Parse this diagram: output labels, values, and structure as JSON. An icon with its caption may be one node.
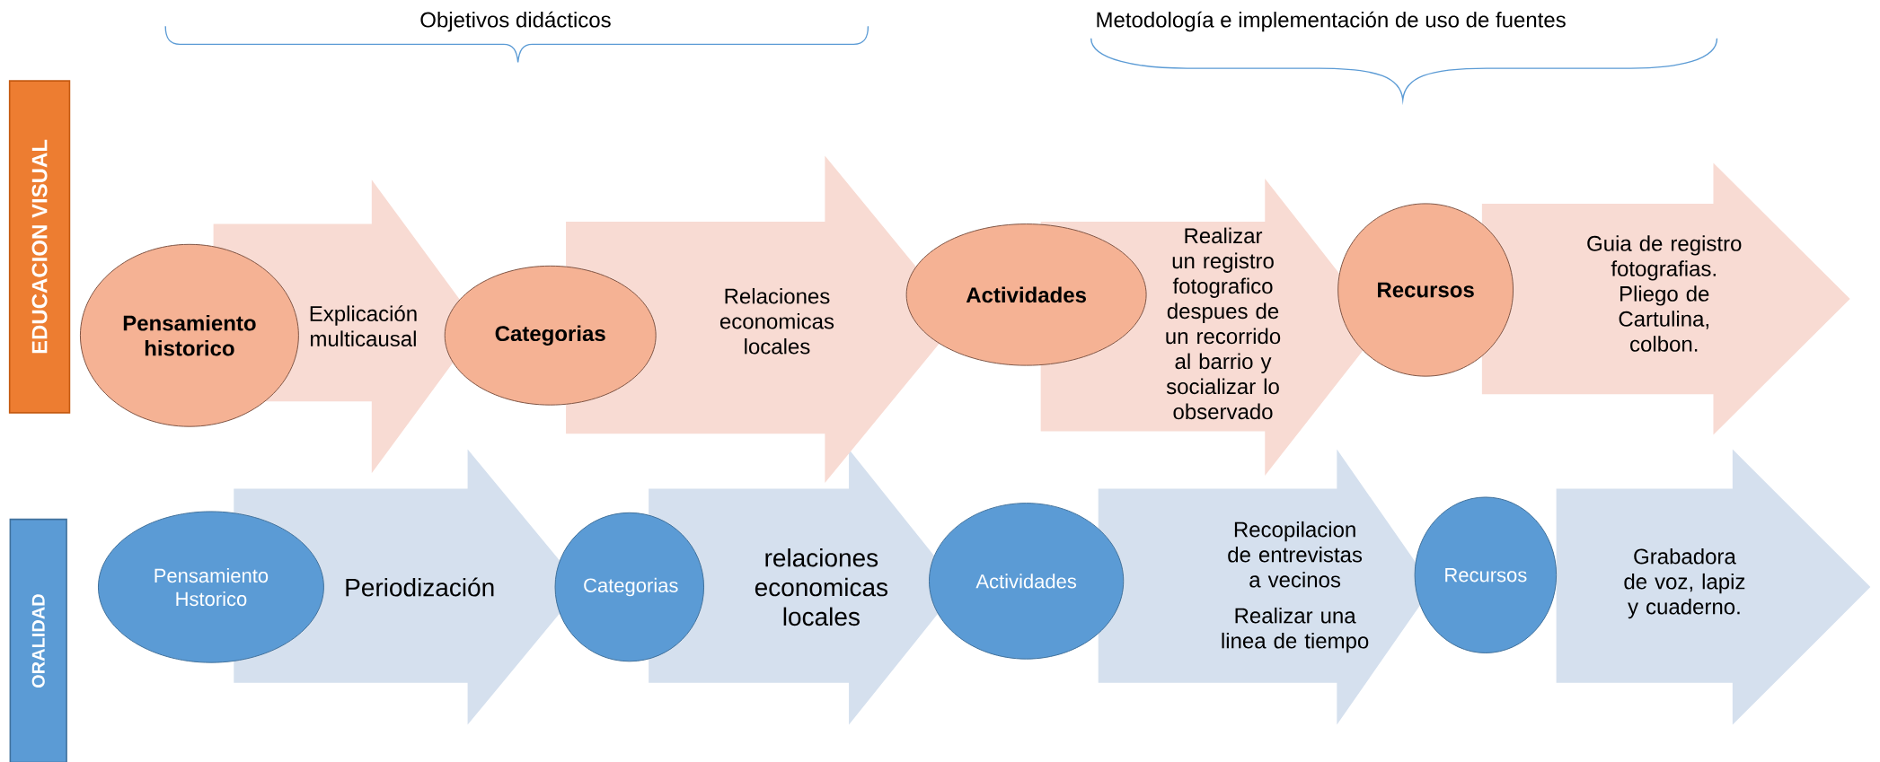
{
  "diagram": {
    "nodes": [
      {
        "text": [
          "EDUCACION VISUAL"
        ]
      },
      {
        "text": [
          "Pensamiento historico"
        ]
      },
      {
        "text": [
          "Explicación multicausal"
        ]
      },
      {
        "text": [
          "Categorias"
        ]
      },
      {
        "text": [
          "Relaciones economicas locales"
        ]
      },
      {
        "text": [
          "Actividades"
        ]
      },
      {
        "text": [
          "Realizar un registro fotografico despues de un recorrido al barrio y socializar lo observado"
        ]
      },
      {
        "text": [
          "Recursos"
        ]
      },
      {
        "text": [
          "Guia de registro fotografias. Pliego de Cartulina, colbon."
        ]
      },
      {
        "text": [
          "ORALIDAD"
        ]
      },
      {
        "text": [
          "Pensamiento Hstorico"
        ]
      },
      {
        "text": [
          "Periodización"
        ]
      },
      {
        "text": [
          "Categorias"
        ]
      },
      {
        "text": [
          "relaciones economicas locales"
        ]
      },
      {
        "text": [
          "Actividades"
        ]
      },
      {
        "text": [
          "Recopilacion de entrevistas a vecinos",
          "Realizar una linea de tiempo"
        ]
      },
      {
        "text": [
          "Recursos"
        ]
      },
      {
        "text": [
          "Grabadora de voz, lapiz y cuaderno."
        ]
      }
    ],
    "labels": [
      "Objetivos didácticos",
      "Metodología e implementación de uso de fuentes"
    ]
  }
}
